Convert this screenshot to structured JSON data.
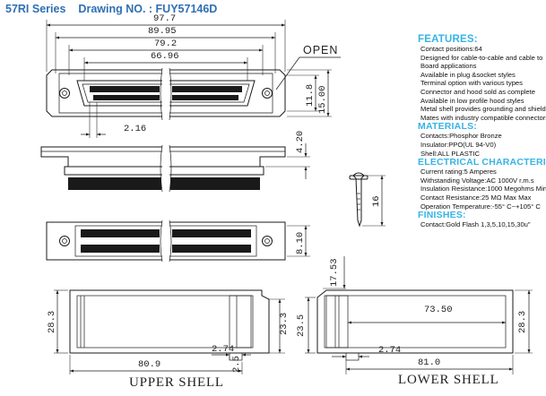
{
  "title": {
    "series": "57RI Series",
    "drawing": "Drawing NO. : FUY57146D"
  },
  "specs": {
    "features_heading": "FEATURES:",
    "features": [
      "Contact positions:64",
      "Designed for cable-to-cable and cable to",
      "Board applications",
      "Available in plug &socket styles",
      "Terminal option with various types",
      "Connector and hood sold as complete",
      "Available in low profile hood styles",
      "Metal shell provides grounding and shield",
      "Mates with industry compatible connectors"
    ],
    "materials_heading": "MATERIALS:",
    "materials": [
      "Contacts:Phosphor Bronze",
      "Insulator:PPO(UL 94-V0)",
      "Shell:ALL PLASTIC"
    ],
    "electrical_heading": "ELECTRICAL CHARACTERISTICS:",
    "electrical": [
      "Current rating:5 Amperes",
      "Withstanding Voltage:AC 1000V r.m.s",
      "Insulation Resistance:1000  Megohms Min",
      "Contact Resistance:25 MΩ  Max Max",
      "Operation Temperature:-55° C~+105° C"
    ],
    "finishes_heading": "FINISHES:",
    "finishes": [
      "Contact:Gold Flash 1,3,5,10,15,30u\""
    ]
  },
  "drawing": {
    "open_label": "OPEN",
    "dims_top": [
      "97.7",
      "89.95",
      "79.2",
      "66.96"
    ],
    "dim_pitch": "2.16",
    "dim_side_a": "11.8",
    "dim_side_b": "15.00",
    "dim_mid_height": "4.20",
    "dim_pin_length": "16",
    "dim_mid2_height": "8.10",
    "upper_shell": {
      "label": "UPPER SHELL",
      "height": "28.3",
      "inner_height": "23.3",
      "offset": "2.74",
      "width": "80.9",
      "lip": "2.5"
    },
    "lower_shell": {
      "label": "LOWER SHELL",
      "height_left": "23.5",
      "clip_height": "17.53",
      "inner_width": "73.50",
      "height_right": "28.3",
      "offset": "2.74",
      "width": "81.0"
    }
  }
}
